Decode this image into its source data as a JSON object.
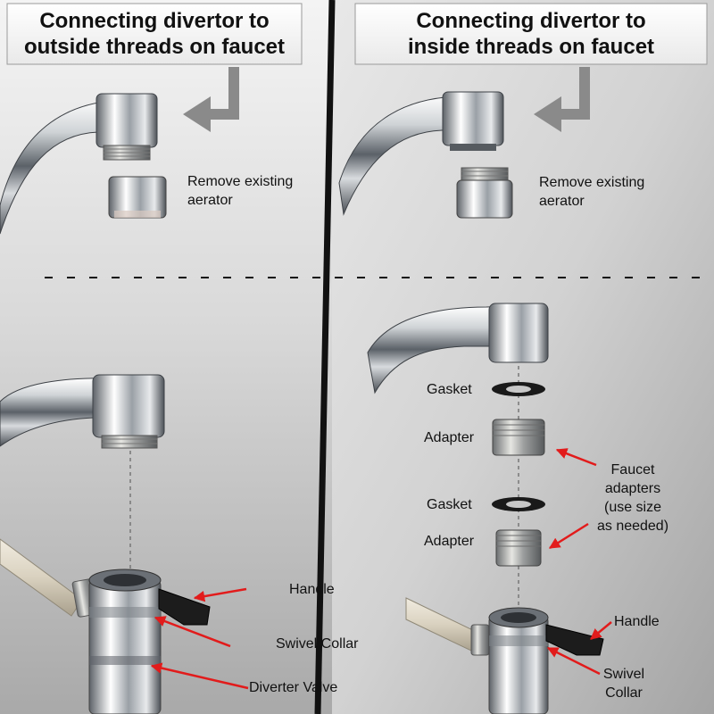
{
  "left": {
    "title": "Connecting divertor to\noutside threads on faucet",
    "remove_label": "Remove existing\naerator",
    "labels": {
      "handle": "Handle",
      "swivel_collar": "Swivel Collar",
      "diverter_valve": "Diverter Valve"
    }
  },
  "right": {
    "title": "Connecting divertor to\ninside threads on faucet",
    "remove_label": "Remove existing\naerator",
    "labels": {
      "gasket_1": "Gasket",
      "adapter_1": "Adapter",
      "gasket_2": "Gasket",
      "adapter_2": "Adapter",
      "faucet_adapters": "Faucet\nadapters\n(use size\nas needed)",
      "handle": "Handle",
      "swivel_collar": "Swivel\nCollar"
    }
  },
  "colors": {
    "arrow_red": "#e21b1b",
    "guide_arrow_gray": "#8a8a8a",
    "divider": "#111111",
    "header_bg": "#f2f2f2"
  }
}
